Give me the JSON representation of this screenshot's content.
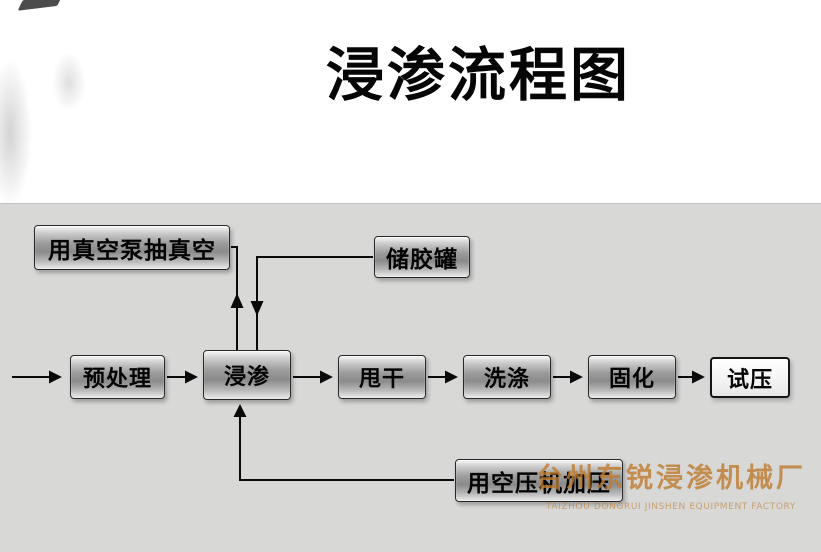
{
  "page": {
    "title": "浸渗流程图"
  },
  "diagram": {
    "vacuum_box": "用真空泵抽真空",
    "tank_box": "储胶罐",
    "flow_boxes": [
      "预处理",
      "浸渗",
      "甩干",
      "洗涤",
      "固化",
      "试压"
    ],
    "compressor_box": "用空压机加压",
    "watermark_cn": "台州东锐浸渗机械厂",
    "watermark_en": "TAIZHOU DONGRUI JINSHEN EQUIPMENT FACTORY"
  },
  "colors": {
    "panel_bg": "#d8d8d7",
    "connector_line": "#0a0a0a",
    "box_border": "#2a2a2a",
    "watermark": "#bf7a2e"
  }
}
